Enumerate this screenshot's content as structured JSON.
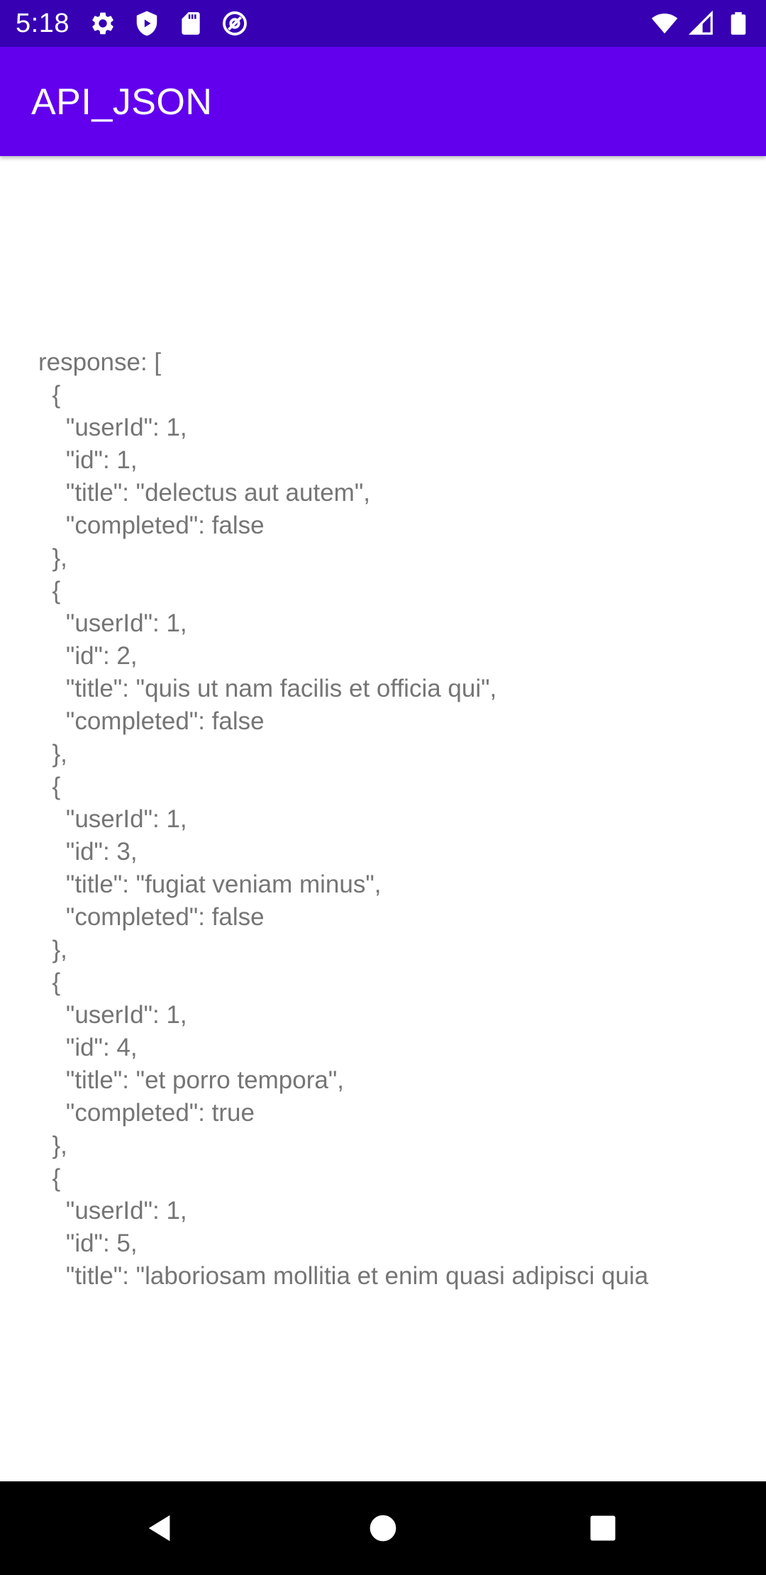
{
  "status_bar": {
    "time": "5:18",
    "left_icons": [
      "gear-icon",
      "shield-icon",
      "sd-card-icon",
      "at-sign-icon"
    ],
    "right_icons": [
      "wifi-icon",
      "cell-signal-icon",
      "battery-icon"
    ],
    "background": "#3700b3"
  },
  "app_bar": {
    "title": "API_JSON",
    "background": "#6200ee"
  },
  "content": {
    "response_text": "response: [\n  {\n    \"userId\": 1,\n    \"id\": 1,\n    \"title\": \"delectus aut autem\",\n    \"completed\": false\n  },\n  {\n    \"userId\": 1,\n    \"id\": 2,\n    \"title\": \"quis ut nam facilis et officia qui\",\n    \"completed\": false\n  },\n  {\n    \"userId\": 1,\n    \"id\": 3,\n    \"title\": \"fugiat veniam minus\",\n    \"completed\": false\n  },\n  {\n    \"userId\": 1,\n    \"id\": 4,\n    \"title\": \"et porro tempora\",\n    \"completed\": true\n  },\n  {\n    \"userId\": 1,\n    \"id\": 5,\n    \"title\": \"laboriosam mollitia et enim quasi adipisci quia",
    "text_color": "#757575"
  },
  "nav_bar": {
    "buttons": [
      "back-icon",
      "home-icon",
      "recents-icon"
    ]
  }
}
